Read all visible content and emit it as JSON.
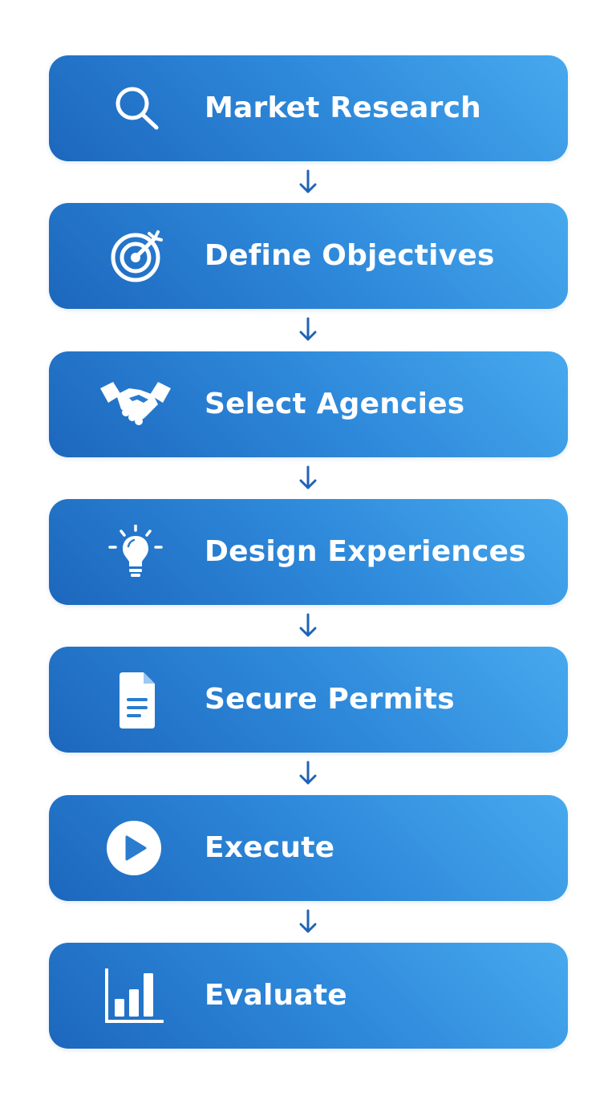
{
  "flow": {
    "accent_colors": {
      "gradient_start": "#1c67bd",
      "gradient_end": "#47a9ee",
      "arrow": "#1f63b8",
      "text": "#ffffff"
    },
    "steps": [
      {
        "label": "Market Research",
        "icon": "magnifier-icon"
      },
      {
        "label": "Define Objectives",
        "icon": "target-icon"
      },
      {
        "label": "Select Agencies",
        "icon": "handshake-icon"
      },
      {
        "label": "Design Experiences",
        "icon": "lightbulb-icon"
      },
      {
        "label": "Secure Permits",
        "icon": "document-icon"
      },
      {
        "label": "Execute",
        "icon": "play-icon"
      },
      {
        "label": "Evaluate",
        "icon": "bar-chart-icon"
      }
    ]
  }
}
